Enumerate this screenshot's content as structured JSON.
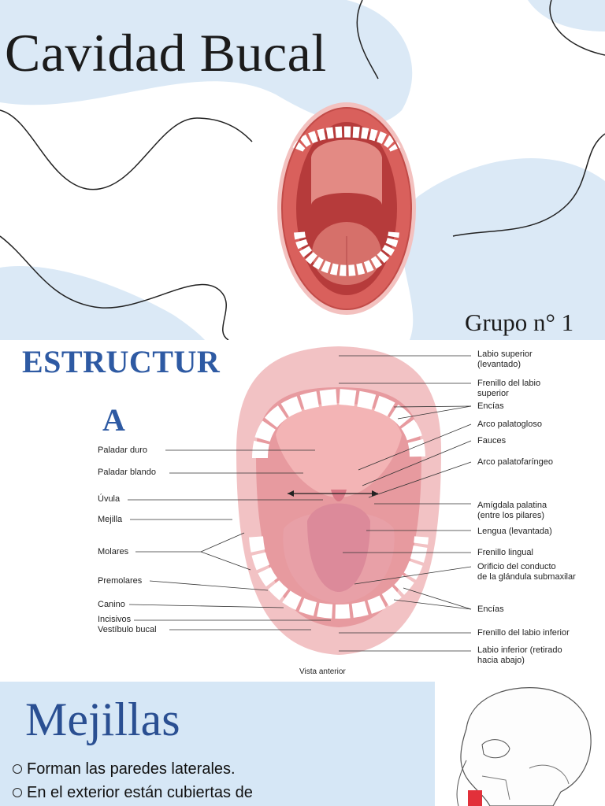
{
  "slide1": {
    "title": "Cavidad Bucal",
    "group": "Grupo n° 1"
  },
  "slide2": {
    "heading_line1": "ESTRUCTUR",
    "heading_line2": "A",
    "caption": "Vista anterior",
    "left_labels": [
      "Paladar duro",
      "Paladar blando",
      "Úvula",
      "Mejilla",
      "Molares",
      "Premolares",
      "Canino",
      "Incisivos",
      "Vestíbulo bucal"
    ],
    "right_labels": [
      "Labio superior\n(levantado)",
      "Frenillo del labio\nsuperior",
      "Encías",
      "Arco palatogloso",
      "Fauces",
      "Arco palatofaríngeo",
      "Amígdala palatina\n(entre los pilares)",
      "Lengua (levantada)",
      "Frenillo lingual",
      "Orificio del conducto\nde la glándula submaxilar",
      "Encías",
      "Frenillo del labio inferior",
      "Labio inferior (retirado\nhacia abajo)"
    ]
  },
  "slide3": {
    "title": "Mejillas",
    "bullets": [
      "Forman las paredes laterales.",
      "En el exterior están cubiertas de"
    ]
  },
  "colors": {
    "accent_blue": "#2e5aa3",
    "light_blue": "#d6e7f6",
    "lip_pink": "#e9a3a0"
  }
}
